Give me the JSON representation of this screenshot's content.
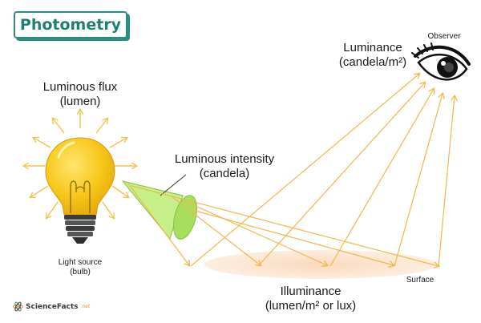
{
  "title": "Photometry",
  "labels": {
    "luminous_flux": "Luminous flux",
    "luminous_flux_unit": "(lumen)",
    "luminous_intensity": "Luminous intensity",
    "luminous_intensity_unit": "(candela)",
    "luminance": "Luminance",
    "luminance_unit": "(candela/m²)",
    "observer": "Observer",
    "illuminance": "Illuminance",
    "illuminance_unit": "(lumen/m² or lux)",
    "light_source": "Light source",
    "light_source_detail": "(bulb)",
    "surface": "Surface"
  },
  "logo": {
    "name": "ScienceFacts",
    "suffix": ".net"
  },
  "colors": {
    "accent": "#2a8f7e",
    "bulb": "#f5c31c",
    "rays": "#f3c24a",
    "cone": "#c6ef8a",
    "surface": "#fbe3cc"
  }
}
